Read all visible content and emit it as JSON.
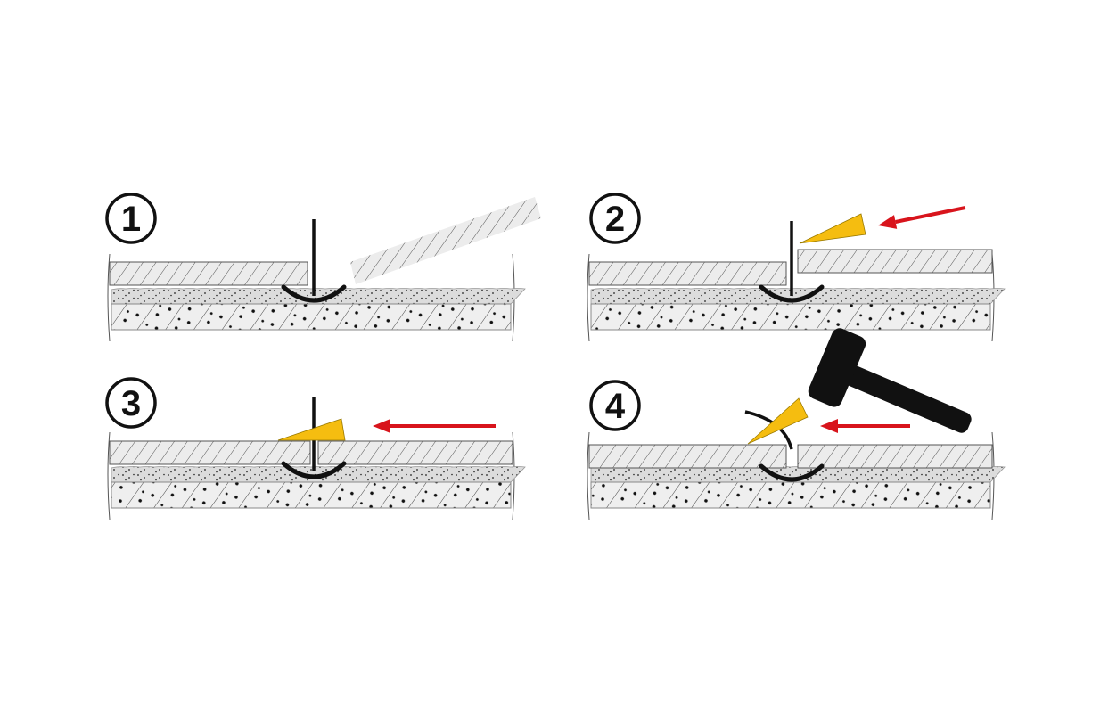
{
  "steps": [
    {
      "label": "1"
    },
    {
      "label": "2"
    },
    {
      "label": "3"
    },
    {
      "label": "4"
    }
  ],
  "colors": {
    "wedge": "#f5bd10",
    "arrow": "#d8141c",
    "tile": "#e9e9e9",
    "mortar": "#d9d9d9",
    "substrate": "#eeeeee",
    "ink": "#111111"
  }
}
